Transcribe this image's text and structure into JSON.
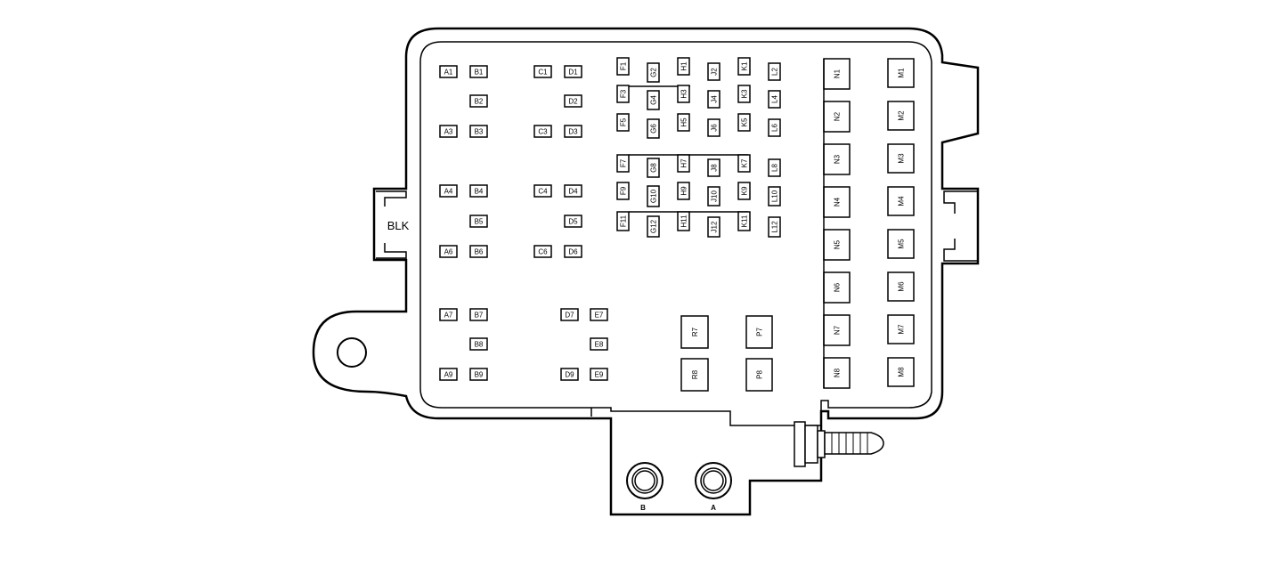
{
  "connector_label": "BLK",
  "terminal_labels": {
    "b": "B",
    "a": "A"
  },
  "small_slots": {
    "A1": "A1",
    "A3": "A3",
    "A4": "A4",
    "A6": "A6",
    "A7": "A7",
    "A9": "A9",
    "B1": "B1",
    "B2": "B2",
    "B3": "B3",
    "B4": "B4",
    "B5": "B5",
    "B6": "B6",
    "B7": "B7",
    "B8": "B8",
    "B9": "B9",
    "C1": "C1",
    "C3": "C3",
    "C4": "C4",
    "C6": "C6",
    "D1": "D1",
    "D2": "D2",
    "D3": "D3",
    "D4": "D4",
    "D5": "D5",
    "D6": "D6",
    "D7": "D7",
    "D9": "D9",
    "E7": "E7",
    "E8": "E8",
    "E9": "E9"
  },
  "vertical_slots": {
    "F1": "F1",
    "F3": "F3",
    "F5": "F5",
    "F7": "F7",
    "F9": "F9",
    "F11": "F11",
    "G2": "G2",
    "G4": "G4",
    "G6": "G6",
    "G8": "G8",
    "G10": "G10",
    "G12": "G12",
    "H1": "H1",
    "H3": "H3",
    "H5": "H5",
    "H7": "H7",
    "H9": "H9",
    "H11": "H11",
    "J2": "J2",
    "J4": "J4",
    "J6": "J6",
    "J8": "J8",
    "J10": "J10",
    "J12": "J12",
    "K1": "K1",
    "K3": "K3",
    "K5": "K5",
    "K7": "K7",
    "K9": "K9",
    "K11": "K11",
    "L2": "L2",
    "L4": "L4",
    "L6": "L6",
    "L8": "L8",
    "L10": "L10",
    "L12": "L12"
  },
  "relays": {
    "R7": "R7",
    "R8": "R8",
    "P7": "P7",
    "P8": "P8"
  },
  "n_column": [
    "N1",
    "N2",
    "N3",
    "N4",
    "N5",
    "N6",
    "N7",
    "N8"
  ],
  "m_column": [
    "M1",
    "M2",
    "M3",
    "M4",
    "M5",
    "M6",
    "M7",
    "M8"
  ]
}
